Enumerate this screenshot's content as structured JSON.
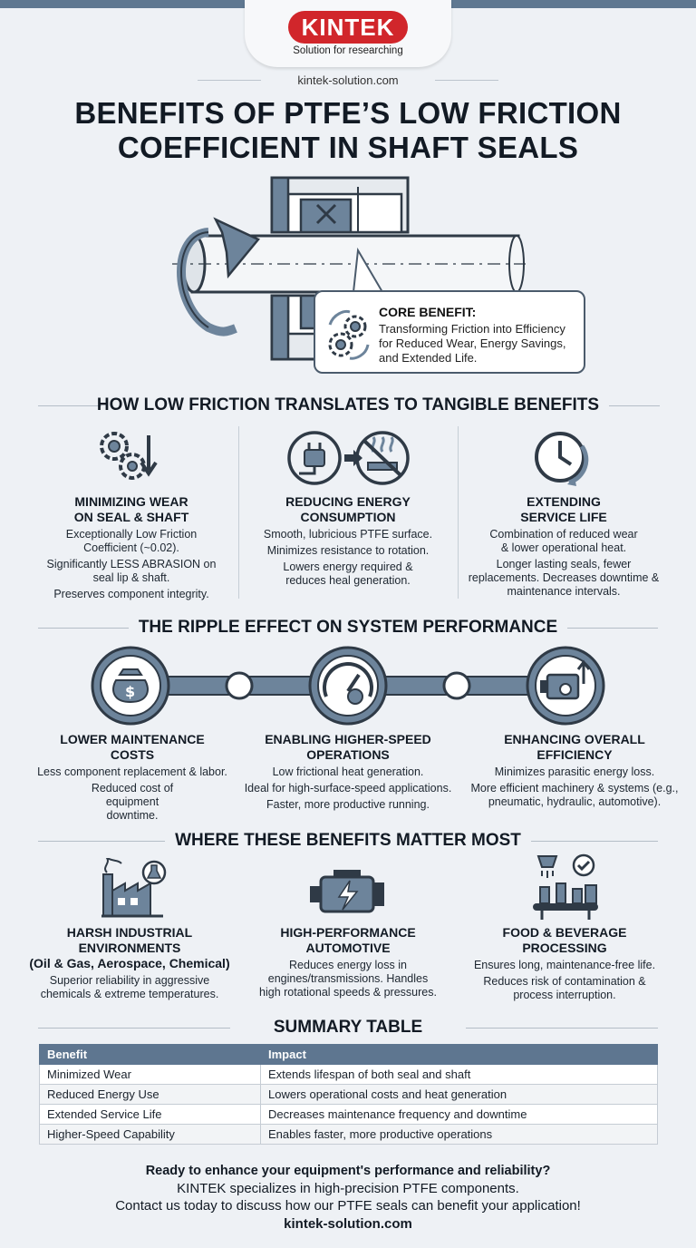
{
  "brand": {
    "logo_text": "KINTEK",
    "tagline": "Solution for researching",
    "website": "kintek-solution.com"
  },
  "title_lines": [
    "BENEFITS OF PTFE’S LOW FRICTION",
    "COEFFICIENT IN SHAFT SEALS"
  ],
  "core_benefit": {
    "label": "CORE BENEFIT:",
    "lines": [
      "Transforming Friction into Efficiency",
      "for Reduced Wear, Energy Savings,",
      "and Extended Life."
    ]
  },
  "section1": {
    "title": "HOW LOW FRICTION TRANSLATES TO TANGIBLE BENEFITS",
    "columns": [
      {
        "title": [
          "MINIMIZING WEAR",
          "ON SEAL & SHAFT"
        ],
        "lines": [
          "Exceptionally Low Friction Coefficient (~0.02).",
          "Significantly LESS ABRASION on seal lip & shaft.",
          "Preserves component integrity."
        ],
        "icon": "gears-down-arrow-icon"
      },
      {
        "title": [
          "REDUCING ENERGY",
          "CONSUMPTION"
        ],
        "lines": [
          "Smooth, lubricious PTFE surface.",
          "Minimizes resistance to rotation.",
          "Lowers energy required & reduces heal generation."
        ],
        "icon": "plug-no-heat-icon"
      },
      {
        "title": [
          "EXTENDING",
          "SERVICE LIFE"
        ],
        "lines": [
          "Combination of reduced wear & lower operational heat.",
          "Longer lasting seals, fewer replacements. Decreases downtime & maintenance intervals."
        ],
        "icon": "clock-cycle-icon"
      }
    ]
  },
  "section2": {
    "title": "THE RIPPLE EFFECT ON SYSTEM PERFORMANCE",
    "columns": [
      {
        "title": [
          "LOWER MAINTENANCE",
          "COSTS"
        ],
        "lines": [
          "Less component replacement & labor.",
          "Reduced cost of equipment downtime."
        ],
        "icon": "money-bag-wrench-icon"
      },
      {
        "title": [
          "ENABLING HIGHER-SPEED",
          "OPERATIONS"
        ],
        "lines": [
          "Low frictional heat generation.",
          "Ideal for high-surface-speed applications.",
          "Faster, more productive running."
        ],
        "icon": "speedometer-icon"
      },
      {
        "title": [
          "ENHANCING OVERALL",
          "EFFICIENCY"
        ],
        "lines": [
          "Minimizes parasitic energy loss.",
          "More efficient machinery & systems (e.g., pneumatic, hydraulic, automotive)."
        ],
        "icon": "engine-up-arrow-icon"
      }
    ]
  },
  "section3": {
    "title": "WHERE THESE BENEFITS MATTER MOST",
    "columns": [
      {
        "title": [
          "HARSH INDUSTRIAL",
          "ENVIRONMENTS",
          "(Oil & Gas, Aerospace, Chemical)"
        ],
        "lines": [
          "Superior reliability in aggressive chemicals & extreme temperatures."
        ],
        "icon": "factory-icon"
      },
      {
        "title": [
          "HIGH-PERFORMANCE",
          "AUTOMOTIVE"
        ],
        "lines": [
          "Reduces energy loss in engines/transmissions. Handles high rotational speeds & pressures."
        ],
        "icon": "engine-bolt-icon"
      },
      {
        "title": [
          "FOOD & BEVERAGE",
          "PROCESSING"
        ],
        "lines": [
          "Ensures long, maintenance-free life.",
          "Reduces risk of contamination & process interruption."
        ],
        "icon": "conveyor-bottles-icon"
      }
    ]
  },
  "summary": {
    "title": "SUMMARY TABLE",
    "headers": [
      "Benefit",
      "Impact"
    ],
    "rows": [
      [
        "Minimized Wear",
        "Extends lifespan of both seal and shaft"
      ],
      [
        "Reduced Energy Use",
        "Lowers operational costs and heat generation"
      ],
      [
        "Extended Service Life",
        "Decreases maintenance frequency and downtime"
      ],
      [
        "Higher-Speed Capability",
        "Enables faster, more productive operations"
      ]
    ]
  },
  "cta": {
    "headline": "Ready to enhance your equipment's performance and reliability?",
    "line1": "KINTEK specializes in high-precision PTFE components.",
    "line2": "Contact us today to discuss how our PTFE seals can benefit your application!",
    "website": "kintek-solution.com"
  },
  "colors": {
    "accent": "#5e7690",
    "brand_red": "#d1262b",
    "dark": "#121a24",
    "icon_fill": "#6d849b"
  }
}
